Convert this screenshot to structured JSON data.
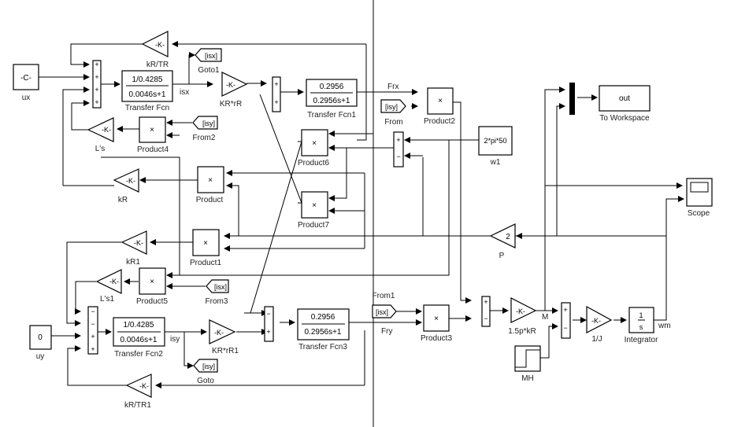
{
  "blocks": {
    "ux": {
      "label": "ux",
      "value": "-C-"
    },
    "uy": {
      "label": "uy",
      "value": "0"
    },
    "kR_TR": {
      "label": "kR/TR",
      "value": "-K-"
    },
    "kR_TR1": {
      "label": "kR/TR1",
      "value": "-K-"
    },
    "Ls": {
      "label": "L's",
      "value": "-K-"
    },
    "Ls1": {
      "label": "L's1",
      "value": "-K-"
    },
    "kR": {
      "label": "kR",
      "value": "-K-"
    },
    "kR1": {
      "label": "kR1",
      "value": "-K-"
    },
    "KRrR": {
      "label": "KR*rR",
      "value": "-K-"
    },
    "KRrR1": {
      "label": "KR*rR1",
      "value": "-K-"
    },
    "gain15": {
      "label": "1.5p*kR",
      "value": "-K-"
    },
    "invJ": {
      "label": "1/J",
      "value": "-K-"
    },
    "P": {
      "label": "P",
      "value": "2"
    },
    "tf": {
      "label": "Transfer Fcn",
      "num": "1/0.4285",
      "den": "0.0046s+1"
    },
    "tf2": {
      "label": "Transfer Fcn2",
      "num": "1/0.4285",
      "den": "0.0046s+1"
    },
    "tf1": {
      "label": "Transfer Fcn1",
      "num": "0.2956",
      "den": "0.2956s+1"
    },
    "tf3": {
      "label": "Transfer Fcn3",
      "num": "0.2956",
      "den": "0.2956s+1"
    },
    "goto1": {
      "label": "Goto1",
      "value": "[isx]"
    },
    "goto": {
      "label": "Goto",
      "value": "[isy]"
    },
    "from": {
      "label": "From",
      "value": "[isy]"
    },
    "from1": {
      "label": "From1",
      "value": "[isx]"
    },
    "from2": {
      "label": "From2",
      "value": "[isy]"
    },
    "from3": {
      "label": "From3",
      "value": "[isx]"
    },
    "product": {
      "label": "Product",
      "symbol": "×"
    },
    "product1": {
      "label": "Product1",
      "symbol": "×"
    },
    "product2": {
      "label": "Product2",
      "symbol": "×"
    },
    "product3": {
      "label": "Product3",
      "symbol": "×"
    },
    "product4": {
      "label": "Product4",
      "symbol": "×"
    },
    "product5": {
      "label": "Product5",
      "symbol": "×"
    },
    "product6": {
      "label": "Product6",
      "symbol": "×"
    },
    "product7": {
      "label": "Product7",
      "symbol": "×"
    },
    "w1": {
      "label": "w1",
      "value": "2*pi*50"
    },
    "toWorkspace": {
      "label": "To Workspace",
      "value": "out"
    },
    "scope": {
      "label": "Scope"
    },
    "integrator": {
      "label": "Integrator",
      "num": "1",
      "den": "s"
    },
    "MH": {
      "label": "MH"
    }
  },
  "sums": {
    "sum1": [
      "+",
      "+",
      "+",
      "+"
    ],
    "sum2": [
      "−",
      "−",
      "+",
      "+"
    ],
    "sumKx": [
      "+",
      "+"
    ],
    "sumKy": [
      "−",
      "+"
    ],
    "sumW": [
      "+",
      "−"
    ],
    "sumM": [
      "+",
      "−"
    ],
    "sumT": [
      "+",
      "−"
    ]
  },
  "signals": {
    "isx": "isx",
    "isy": "isy",
    "Frx": "Frx",
    "Fry": "Fry",
    "M": "M",
    "wm": "wm"
  }
}
